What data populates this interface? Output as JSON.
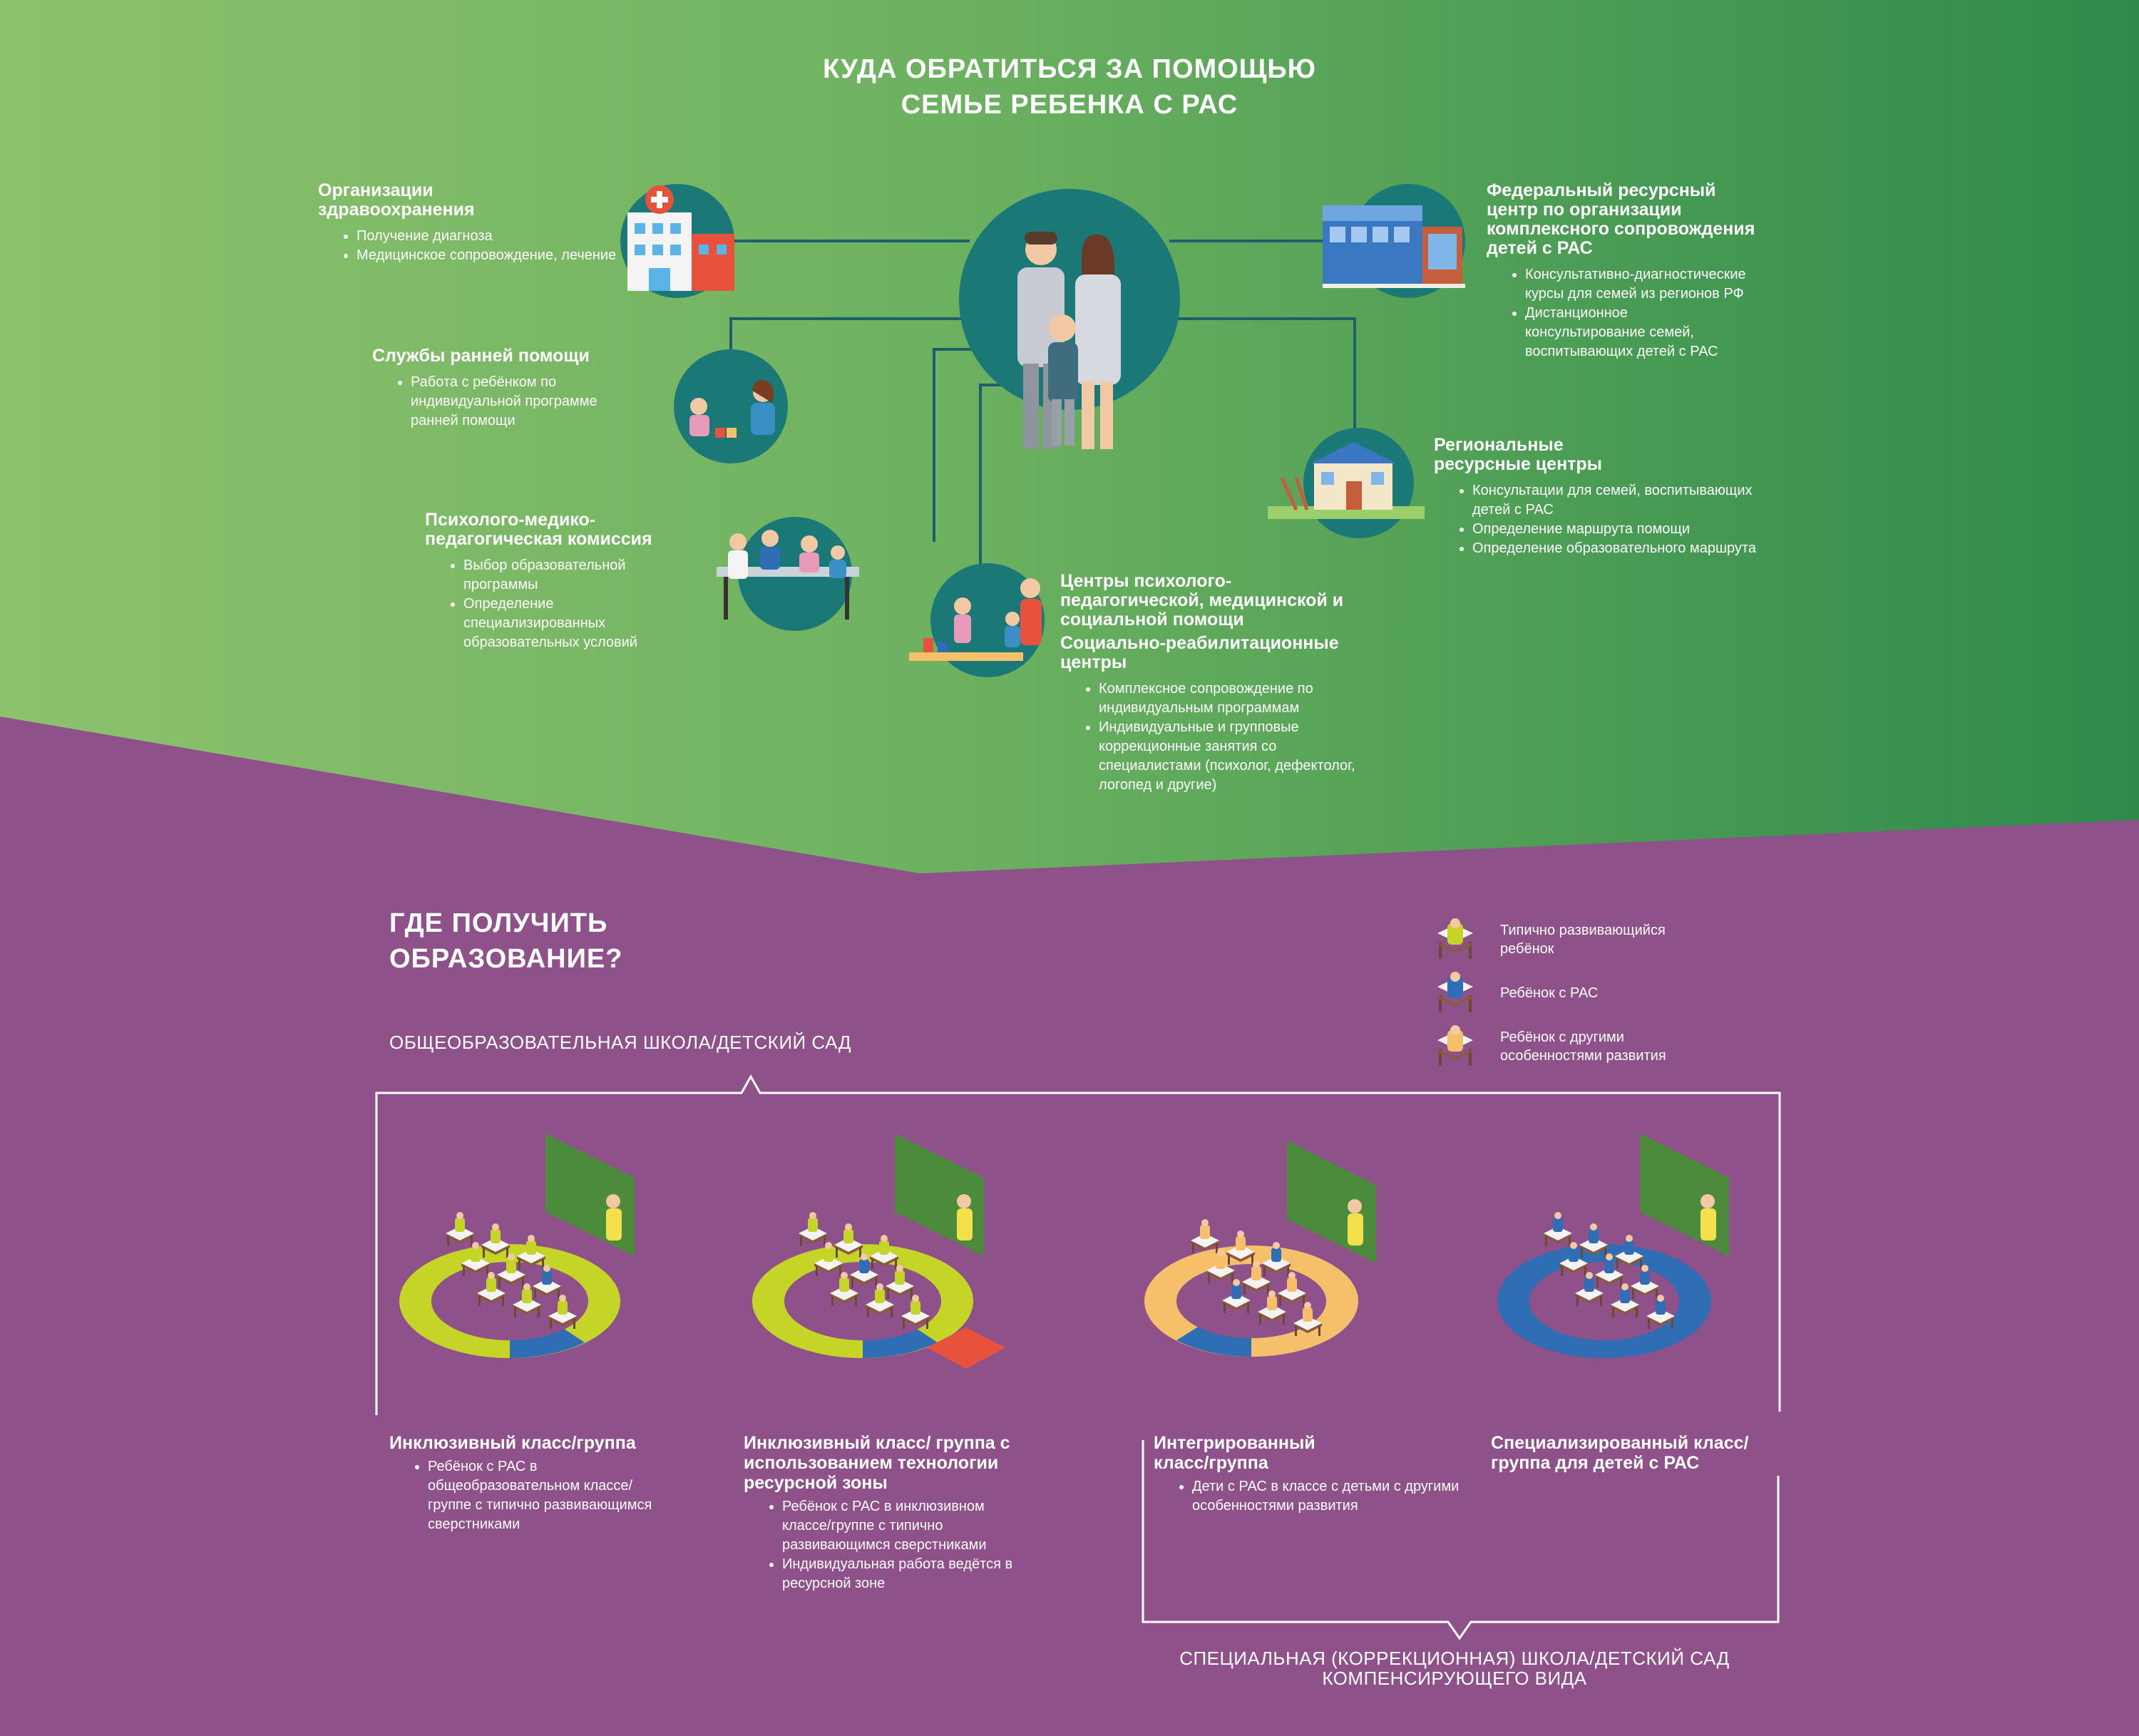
{
  "title": {
    "line1": "КУДА ОБРАТИТЬСЯ ЗА ПОМОЩЬЮ",
    "line2": "СЕМЬЕ РЕБЕНКА С РАС"
  },
  "help_orgs": [
    {
      "title": "Организации здравоохранения",
      "bullets": [
        "Получение диагноза",
        "Медицинское сопровождение, лечение"
      ],
      "icon": "hospital-icon"
    },
    {
      "title": "Службы ранней помощи",
      "bullets": [
        "Работа с ребёнком по индивидуальной программе ранней помощи"
      ],
      "icon": "early-help-icon"
    },
    {
      "title": "Психолого-медико-педагогическая комиссия",
      "bullets": [
        "Выбор образовательной программы",
        "Определение специализированных образовательных условий"
      ],
      "icon": "commission-icon"
    },
    {
      "title": "Центры психолого-педагогической, медицинской и социальной помощи",
      "title2": "Социально-реабилитационные центры",
      "bullets": [
        "Комплексное сопровождение по индивидуальным программам",
        "Индивидуальные и групповые коррекционные занятия со специалистами (психолог, дефектолог, логопед и другие)"
      ],
      "icon": "playroom-icon"
    },
    {
      "title": "Федеральный ресурсный центр по организации комплексного сопровождения детей с РАС",
      "bullets": [
        "Консультативно-диагностические курсы для семей из регионов РФ",
        "Дистанционное консультирование семей, воспитывающих детей с РАС"
      ],
      "icon": "federal-center-icon"
    },
    {
      "title": "Региональные ресурсные центры",
      "bullets": [
        "Консультации для семей, воспитывающих детей с РАС",
        "Определение маршрута помощи",
        "Определение образовательного маршрута"
      ],
      "icon": "regional-center-icon"
    }
  ],
  "education": {
    "title_line1": "ГДЕ ПОЛУЧИТЬ",
    "title_line2": "ОБРАЗОВАНИЕ?",
    "general_school": "ОБЩЕОБРАЗОВАТЕЛЬНАЯ ШКОЛА/ДЕТСКИЙ САД",
    "special_school": "СПЕЦИАЛЬНАЯ (КОРРЕКЦИОННАЯ) ШКОЛА/ДЕТСКИЙ САД КОМПЕНСИРУЮЩЕГО ВИДА",
    "legend": [
      {
        "label": "Типично развивающийся ребёнок",
        "color": "#c5d528"
      },
      {
        "label": "Ребёнок с РАС",
        "color": "#2f6db5"
      },
      {
        "label": "Ребёнок с другими особенностями развития",
        "color": "#f6bf6a"
      }
    ],
    "classes": [
      {
        "title": "Инклюзивный класс/группа",
        "bullets": [
          "Ребёнок с РАС в общеобразовательном классе/группе с типично развивающимся сверстниками"
        ]
      },
      {
        "title": "Инклюзивный класс/ группа с использованием технологии ресурсной зоны",
        "bullets": [
          "Ребёнок с РАС в инклюзивном классе/группе с типично развивающимся сверстниками",
          "Индивидуальная работа ведётся в ресурсной зоне"
        ]
      },
      {
        "title": "Интегрированный класс/группа",
        "bullets": [
          "Дети с РАС в классе с детьми с другими особенностями развития"
        ]
      },
      {
        "title": "Специализированный класс/ группа для детей с РАС",
        "bullets": []
      }
    ]
  },
  "colors": {
    "green_light": "#86c06a",
    "green_dark": "#2f8a4c",
    "purple": "#8f5189",
    "teal": "#1a7877",
    "yellow": "#c5d528",
    "blue": "#2f6db5",
    "peach": "#f6bf6a",
    "red": "#e8523c"
  }
}
